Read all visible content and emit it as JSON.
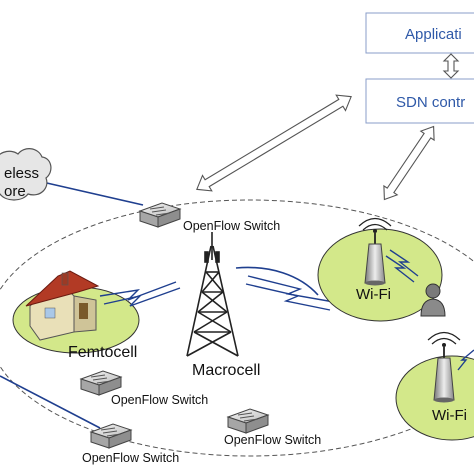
{
  "boxes": {
    "application": "Applicati",
    "sdn_controller": "SDN contr"
  },
  "cloud": {
    "line1": "eless",
    "line2": "ore"
  },
  "cells": {
    "femtocell": "Femtocell",
    "macrocell": "Macrocell",
    "wifi_1": "Wi-Fi",
    "wifi_2": "Wi-Fi"
  },
  "switches": {
    "top": "OpenFlow Switch",
    "middle": "OpenFlow Switch",
    "bottom_left": "OpenFlow Switch",
    "bottom_right": "OpenFlow Switch"
  },
  "colors": {
    "cell_fill": "#d3e88a",
    "controller_border": "#8a9ec8",
    "controller_text": "#2f59a8",
    "link": "#1f3f8f",
    "radio_wave": "#1f3f8f"
  },
  "icons": [
    "switch-icon",
    "house-icon",
    "tower-icon",
    "access-point-icon",
    "user-icon",
    "cloud-icon",
    "double-arrow-icon",
    "lightning-link-icon"
  ]
}
